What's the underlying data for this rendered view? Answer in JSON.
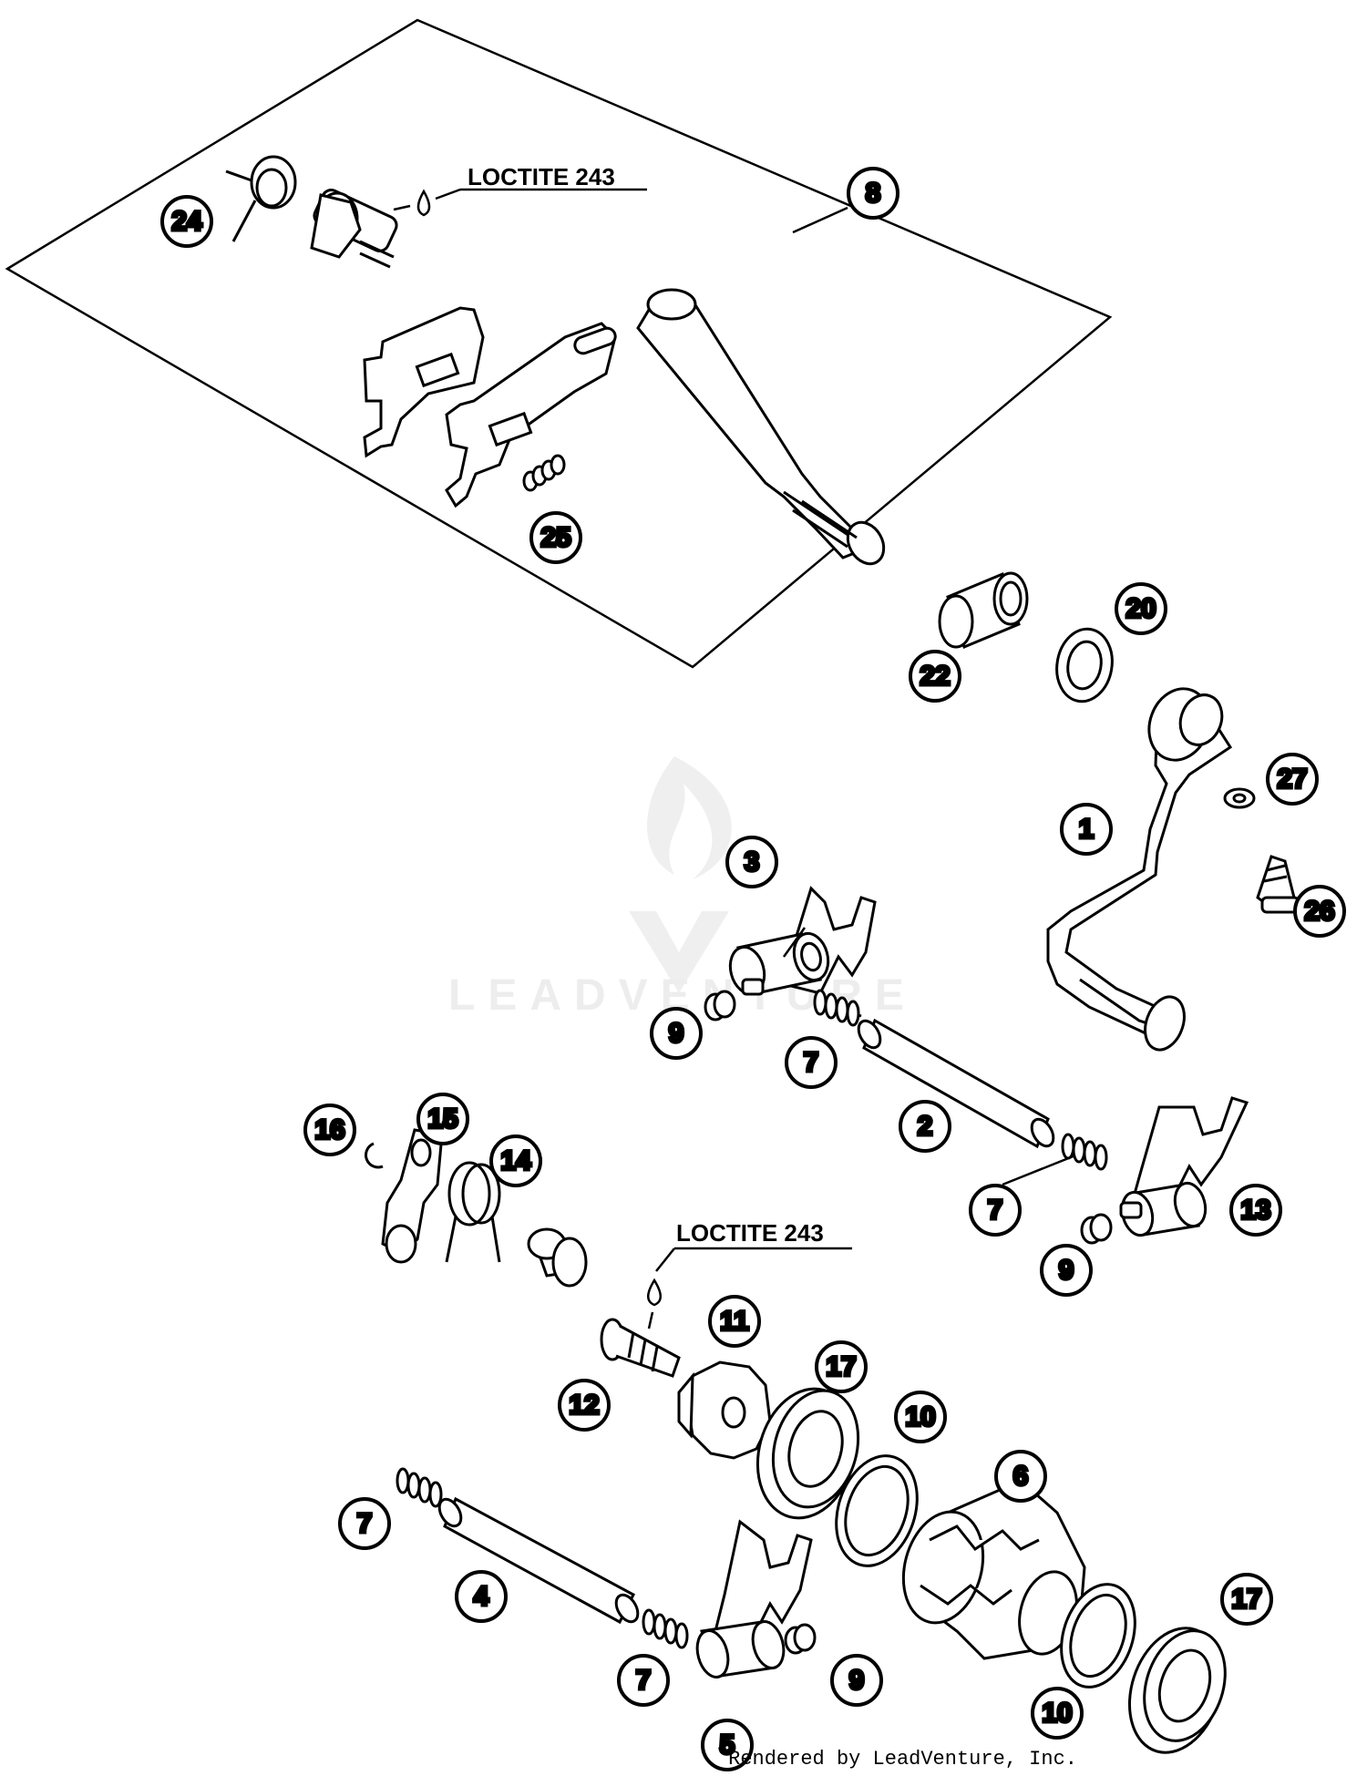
{
  "diagram": {
    "labels": {
      "loctite_top": "LOCTITE 243",
      "loctite_bottom": "LOCTITE 243"
    },
    "callouts": {
      "c1": "1",
      "c2": "2",
      "c3": "3",
      "c4": "4",
      "c5": "5",
      "c6": "6",
      "c7a": "7",
      "c7b": "7",
      "c7c": "7",
      "c7d": "7",
      "c8": "8",
      "c9a": "9",
      "c9b": "9",
      "c9c": "9",
      "c10a": "10",
      "c10b": "10",
      "c11": "11",
      "c12": "12",
      "c13": "13",
      "c14": "14",
      "c15": "15",
      "c16": "16",
      "c17a": "17",
      "c17b": "17",
      "c20": "20",
      "c22": "22",
      "c24": "24",
      "c25": "25",
      "c26": "26",
      "c27": "27"
    },
    "watermark": "LEADVENTURE",
    "footer": "Rendered by LeadVenture, Inc."
  }
}
